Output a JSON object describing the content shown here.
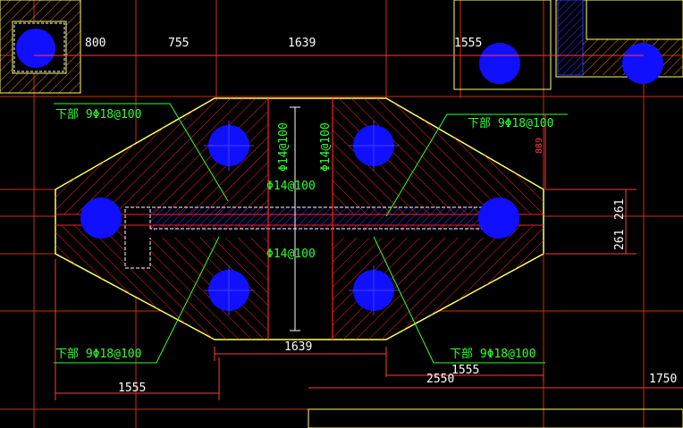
{
  "viewport": {
    "background": "#000000"
  },
  "colors": {
    "outline": "#ffff66",
    "rebar": "#ff2020",
    "grid": "#d03000",
    "dimension": "#ff3a3a",
    "dim_text": "#ffffff",
    "annot": "#30ff30",
    "pile": "#1010ff",
    "pile_axis": "#4040ff",
    "beam": "#3030ff",
    "hatch_left": "#ff8000",
    "hatch_right": "#ff8000",
    "crosshair": "#ffffff"
  },
  "dimensions": {
    "top_row": [
      "800",
      "755",
      "1639",
      "1555"
    ],
    "bottom_inner": "1639",
    "bottom_left": "1555",
    "bottom_right_1": "2550",
    "bottom_right_2": "1555",
    "bottom_far_right": "1750",
    "right_upper": "261",
    "right_lower": "261",
    "right_top": "889"
  },
  "annotations": {
    "top_left_bar": "下部 9Φ18@100",
    "top_right_bar": "下部 9Φ18@100",
    "bottom_left_bar": "下部 9Φ18@100",
    "bottom_right_bar": "下部 9Φ18@100",
    "vertical_left": "Φ14@100",
    "vertical_right": "Φ14@100",
    "center_top": "Φ14@100",
    "center_bottom": "Φ14@100"
  },
  "piles": [
    {
      "id": "pile-top-left",
      "label": ""
    },
    {
      "id": "pile-top-right",
      "label": ""
    },
    {
      "id": "pile-mid-left",
      "label": ""
    },
    {
      "id": "pile-mid-right",
      "label": ""
    },
    {
      "id": "pile-bottom-left",
      "label": ""
    },
    {
      "id": "pile-bottom-right",
      "label": ""
    }
  ]
}
